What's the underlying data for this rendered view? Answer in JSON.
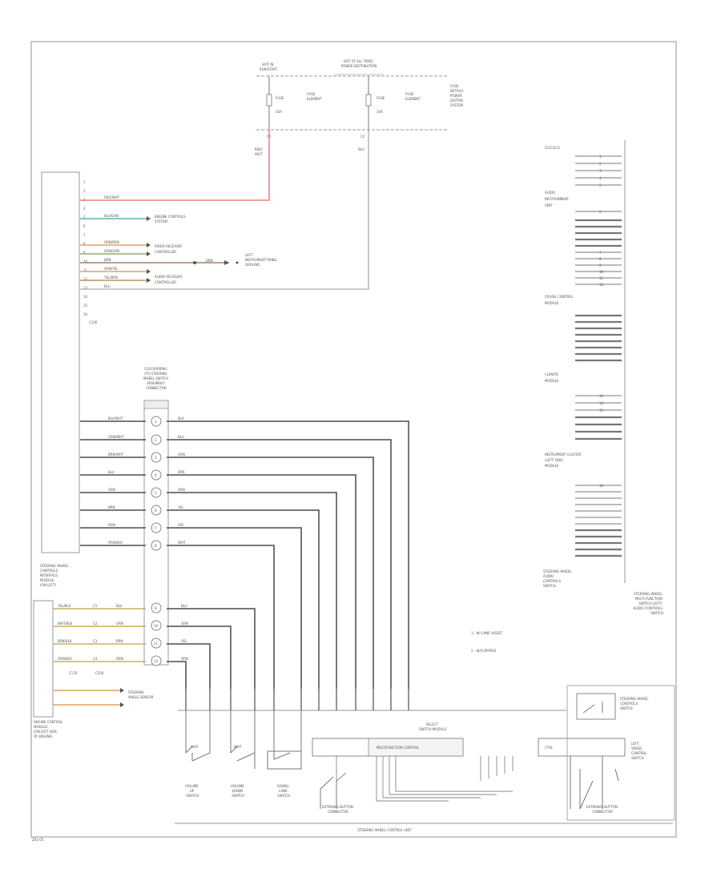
{
  "fuse_panel": {
    "title": [
      "HOT AT ALL TIMES",
      "POWER DISTRIBUTION"
    ],
    "left_header": [
      "HOT IN",
      "RUN/START"
    ],
    "fuse_a": [
      "FUSE",
      "10A"
    ],
    "fuse_a_note": [
      "FUSE",
      "ELEMENT"
    ],
    "fuse_b": [
      "FUSE",
      "10A"
    ],
    "fuse_b_note": [
      "FUSE",
      "ELEMENT"
    ],
    "side_note": [
      "FUSE",
      "DETAILS",
      "POWER",
      "DISTRIB",
      "SYSTEM"
    ],
    "pin_a": "C1",
    "wire_a": [
      "RED/",
      "WHT"
    ],
    "pin_b": "C2",
    "wire_b": "BLU"
  },
  "left_connector": {
    "pins": [
      "1",
      "2",
      "3",
      "4",
      "5",
      "6",
      "7",
      "8",
      "9",
      "10",
      "11",
      "12",
      "13",
      "14",
      "15",
      "16"
    ],
    "wires": [
      "RED/WHT",
      "BLU/GRN",
      "ORN/BRN",
      "GRN/ORN",
      "BRN",
      "ORN/YEL",
      "YEL/BRN",
      "BLU"
    ],
    "dest": [
      [
        "ENGINE CONTROLS",
        "SYSTEM"
      ],
      [
        "RADIO RECEIVER",
        "CONTROLLER"
      ],
      [
        "AUDIO RECEIVER",
        "CONTROLLER"
      ]
    ],
    "splice_wire": "BRN",
    "ground_note": [
      "LEFT",
      "INSTRUMENT PANEL",
      "GROUND"
    ],
    "connector_label": "C100",
    "module_label": [
      "STEERING WHEEL",
      "CONTROLS",
      "INTERFACE",
      "MODULE",
      "(ON LEFT)"
    ]
  },
  "clockspring": {
    "title": [
      "CLOCKSPRING",
      "(TO STEERING",
      "WHEEL SWITCH",
      "ASSEMBLY)",
      "CONNECTOR"
    ],
    "pins": [
      "1",
      "2",
      "3",
      "4",
      "5",
      "6",
      "7",
      "8",
      "9",
      "10",
      "11",
      "12"
    ],
    "left_wires": [
      "BLU/WHT",
      "GRN/WHT",
      "BRN/WHT",
      "BLU",
      "GRN",
      "BRN",
      "ORN",
      "ORN/BLK"
    ],
    "right_wires": [
      "BLK",
      "BLU",
      "GRN",
      "BRN",
      "ORN",
      "YEL",
      "VIO",
      "WHT"
    ]
  },
  "lower_connector": {
    "wires": [
      "YEL/BLK",
      "WHT/BLK",
      "BRN/BLK",
      "ORN/BLK"
    ],
    "pins": [
      "C1",
      "C2",
      "C3",
      "C4"
    ],
    "mid_wires": [
      "BLU",
      "GRN",
      "BRN",
      "ORN"
    ],
    "out_wires": [
      "BLU",
      "GRN",
      "YEL",
      "ORN"
    ],
    "labels": [
      "C170",
      "C250"
    ],
    "dest": [
      "STEERING",
      "ANGLE SENSOR"
    ],
    "module_label": [
      "ENGINE CONTROL",
      "MODULE",
      "(ON LEFT SIDE",
      "OF ENGINE)"
    ]
  },
  "right_blocks": {
    "group1_title": "C1/C2/C3",
    "group2_title": [
      "AUDIO",
      "INFOTAINMENT",
      "UNIT"
    ],
    "group3_title": [
      "CRUISE CONTROL",
      "MODULE"
    ],
    "group4_title": [
      "CLIMATE",
      "MODULE"
    ],
    "group5_title": [
      "INSTRUMENT CLUSTER",
      "(LEFT SIDE)",
      "MODULE"
    ],
    "pins": [
      "1",
      "2",
      "3",
      "4",
      "5",
      "6",
      "7",
      "8",
      "9",
      "10",
      "11",
      "12",
      "13",
      "14",
      "15",
      "16"
    ],
    "footer_left": [
      "STEERING WHEEL",
      "AUDIO",
      "CONTROLS",
      "SWITCH"
    ],
    "footer_right": [
      "STEERING WHEEL",
      "MULTI-FUNCTION",
      "SWITCH (LEFT)",
      "AUDIO CONTROLS",
      "SWITCH"
    ]
  },
  "legend": {
    "items": [
      "1 - W/ LANE ASSIST",
      "2 - W/O BYPASS"
    ]
  },
  "switch_assembly": {
    "switches": [
      [
        "VOLUME",
        "UP",
        "SWITCH"
      ],
      [
        "VOLUME",
        "DOWN",
        "SWITCH"
      ],
      [
        "SIGNAL",
        "LANE",
        "SWITCH"
      ]
    ],
    "wire_lbl": [
      "WHT",
      "WHT"
    ],
    "center_header": [
      "SELECT",
      "SWITCH MODULE"
    ],
    "center_lbl": "MULTIFUNCTION CONTROL",
    "right_lbl": "CTRL",
    "bottom_left": [
      "EXTERNAL BUTTON",
      "CONNECTOR"
    ],
    "bottom_right": [
      "EXTERNAL BUTTON",
      "CONNECTOR"
    ],
    "inset_title": [
      "STEERING WHEEL",
      "CONTROLS",
      "SWITCH"
    ],
    "inset_note": [
      "LEFT",
      "SPEED",
      "CONTROL",
      "SWITCH"
    ],
    "title": "STEERING WHEEL CONTROL UNIT"
  },
  "footer_code": "Z01-05"
}
